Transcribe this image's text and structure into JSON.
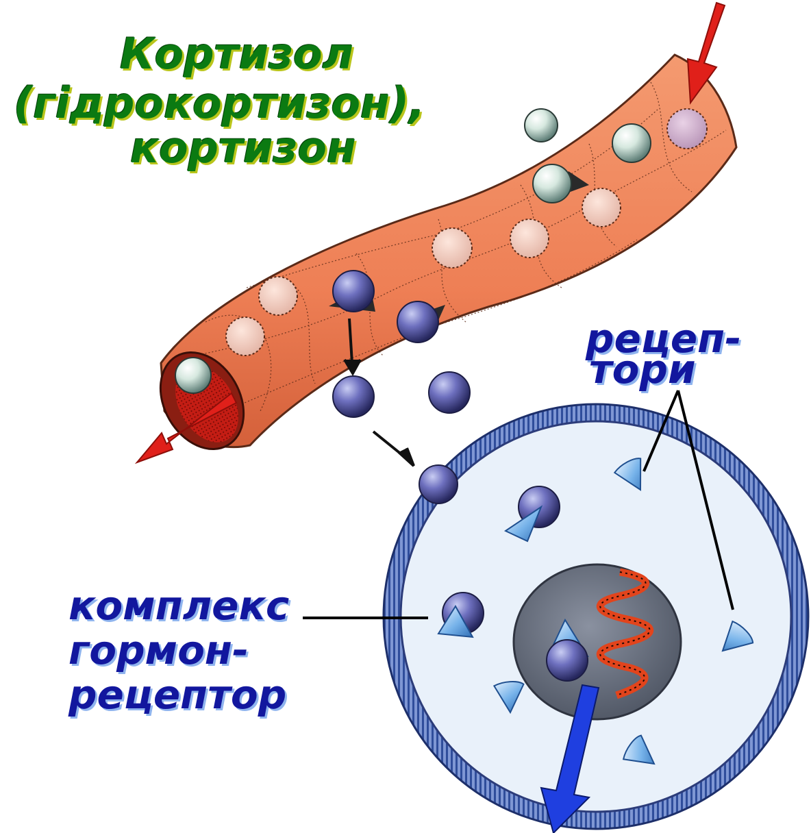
{
  "title": {
    "line1": "Кортизол",
    "line2": "(гідрокортизон),",
    "line3": "кортизон"
  },
  "labels": {
    "receptors_line1": "рецеп-",
    "receptors_line2": "тори",
    "complex_line1": "комплекс",
    "complex_line2": "гормон-",
    "complex_line3": "рецептор"
  },
  "colors": {
    "title_text": "#0b7a12",
    "label_text": "#12179e",
    "vessel": "#f08a60",
    "cell_membrane": "#3a5aa8",
    "cytoplasm": "#e9f1fa",
    "nucleus": "#6f7684",
    "hormone_free": "#dcebe5",
    "hormone_bound": "#5a5ca8",
    "receptor": "#6aa6e3",
    "blood_flow_arrow": "#e0201a",
    "output_arrow": "#1f3fe0"
  },
  "icons": {
    "vessel": "blood-vessel-icon",
    "cell": "target-cell-icon",
    "nucleus": "nucleus-icon",
    "dna": "dna-helix-icon",
    "hormone": "hormone-sphere-icon",
    "receptor": "receptor-cone-icon"
  }
}
